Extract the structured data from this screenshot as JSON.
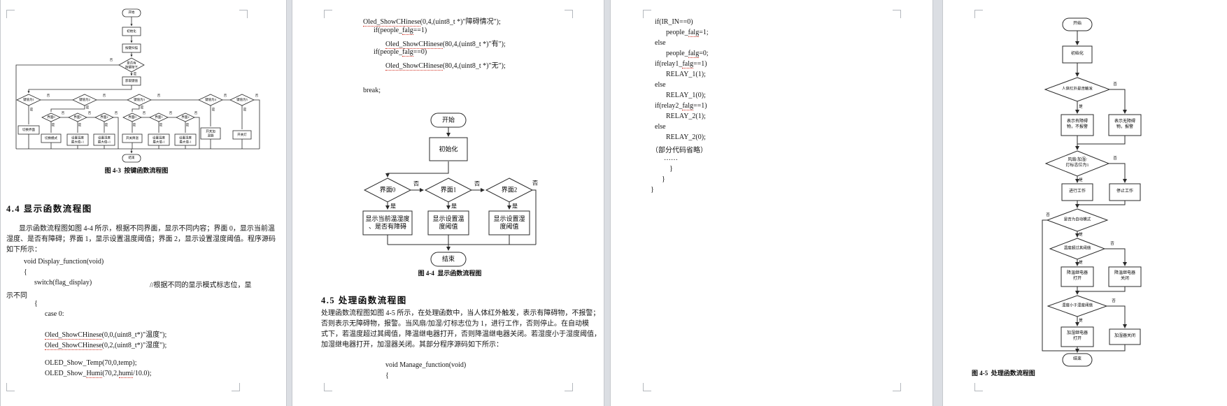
{
  "app": {
    "background": "#dbdee3",
    "page_background": "#ffffff",
    "squiggle_color": "#d23022",
    "labels": {
      "yes": "是",
      "no": "否"
    }
  },
  "page1": {
    "fc": {
      "start": "开始",
      "init": "初始化",
      "scan": "按键扫描",
      "d0": "是否有\n按键按下",
      "get": "获取键值",
      "k1": "键值为1",
      "k2": "键值为2",
      "k3": "键值为3",
      "k4": "键值为4",
      "k5": "键值为5",
      "ui0": "界面0",
      "ui1": "界面1",
      "ui2": "界面2",
      "b_switch_ui": "切换界面",
      "b_switch_mode": "切换模式",
      "b_temp_inc": "设置温度\n最大值+1",
      "b_humi_inc": "设置湿度\n最大值+1",
      "b_fan": "开关降温",
      "b_temp_dec": "设置温度\n最大值-1",
      "b_humi_dec": "设置湿度\n最大值-1",
      "b_humidifier": "开关加\n湿器",
      "b_light": "开关灯",
      "end": "结束"
    },
    "fc_caption": "图 4-3  按键函数流程图",
    "heading": "4.4 显示函数流程图",
    "para": {
      "l1": "显示函数流程图如图 4-4 所示，根据不同界面，显示不同内容；界面 0，显示当前温",
      "l2": "湿度、是否有障碍；界面 1，显示设置温度阈值；界面 2，显示设置湿度阈值。程序源码",
      "l3": "如下所示："
    },
    "code": {
      "l1": "void Display_function(void)",
      "l2": "{",
      "l3a": "switch(flag_display)",
      "l3b": "//根据不同的显示模式标志位，显",
      "l4": "示不同",
      "l5": "{",
      "l6": "case 0:",
      "l7a": "Oled_ShowCHinese",
      "l7b": "(0,0,(uint8_t*)\"温度\");",
      "l8a": "Oled_ShowCHinese",
      "l8b": "(0,2,(uint8_t*)\"湿度\");",
      "l9": "OLED_Show_Temp(70,0,temp);",
      "l10a": "OLED_Show_",
      "l10b": "Humi",
      "l10c": "(70,2,",
      "l10d": "humi",
      "l10e": "/10.0);"
    }
  },
  "page2": {
    "code_top": {
      "l1a": "Oled_ShowCHinese",
      "l1b": "(0,4,(uint8_t *)\"障碍情况\");",
      "l2a": "if(people_",
      "l2b": "falg",
      "l2c": "==1)",
      "l3a": "Oled_ShowCHinese",
      "l3b": "(80,4,(uint8_t *)\"有\");",
      "l4a": "if(people_",
      "l4b": "falg",
      "l4c": "==0)",
      "l5a": "Oled_ShowCHinese",
      "l5b": "(80,4,(uint8_t *)\"无\");",
      "l6": "break;"
    },
    "fc": {
      "start": "开始",
      "init": "初始化",
      "d0": "界面0",
      "d1": "界面1",
      "d2": "界面2",
      "b0": "显示当前温湿度\n、是否有障碍",
      "b1": "显示设置温\n度阈值",
      "b2": "显示设置湿\n度阈值",
      "end": "结束"
    },
    "fc_caption": "图 4-4  显示函数流程图",
    "heading": "4.5 处理函数流程图",
    "para": {
      "l1": "处理函数流程图如图 4-5 所示，在处理函数中，当人体红外触发，表示有障碍物，不报警；",
      "l2": "否则表示无障碍物，报警。当风扇/加湿/灯标志位为 1，进行工作，否则停止。在自动模",
      "l3": "式下，若温度超过其阈值，降温继电器打开，否则降温继电器关闭。若湿度小于湿度阈值，",
      "l4": "加湿继电器打开，加湿器关闭。其部分程序源码如下所示："
    },
    "code_bottom": {
      "l1": "void Manage_function(void)",
      "l2": "{"
    }
  },
  "page3": {
    "code": {
      "l1": "if(IR_IN==0)",
      "l2a": "people_",
      "l2b": "falg",
      "l2c": "=1;",
      "l3": "else",
      "l4a": "people_",
      "l4b": "falg",
      "l4c": "=0;",
      "l5a": "if(relay1_",
      "l5b": "falg",
      "l5c": "==1)",
      "l6": "RELAY_1(1);",
      "l7": "else",
      "l8": "RELAY_1(0);",
      "l9a": "if(relay2_",
      "l9b": "falg",
      "l9c": "==1)",
      "l10": "RELAY_2(1);",
      "l11": "else",
      "l12": "RELAY_2(0);",
      "l13": "（部分代码省略）",
      "l14": "……",
      "l15": "}",
      "l16": "}",
      "l17": "}"
    }
  },
  "page4": {
    "fc": {
      "start": "开始",
      "init": "初始化",
      "d1": "人体红外是否触发",
      "b1l": "表示有障碍\n物，不报警",
      "b1r": "表示无障碍\n物，报警",
      "d2": "风扇/加湿/\n灯标志位为1",
      "b2l": "进行工作",
      "b2r": "停止工作",
      "d3": "是否为自动模式",
      "d4": "温度超过其阈值",
      "b4l": "降温继电器\n打开",
      "b4r": "降温继电器\n关闭",
      "d5": "湿度小于湿度阈值",
      "b5l": "加湿继电器\n打开",
      "b5r": "加湿器关闭",
      "end": "结束"
    },
    "fc_caption": "图 4-5  处理函数流程图"
  }
}
